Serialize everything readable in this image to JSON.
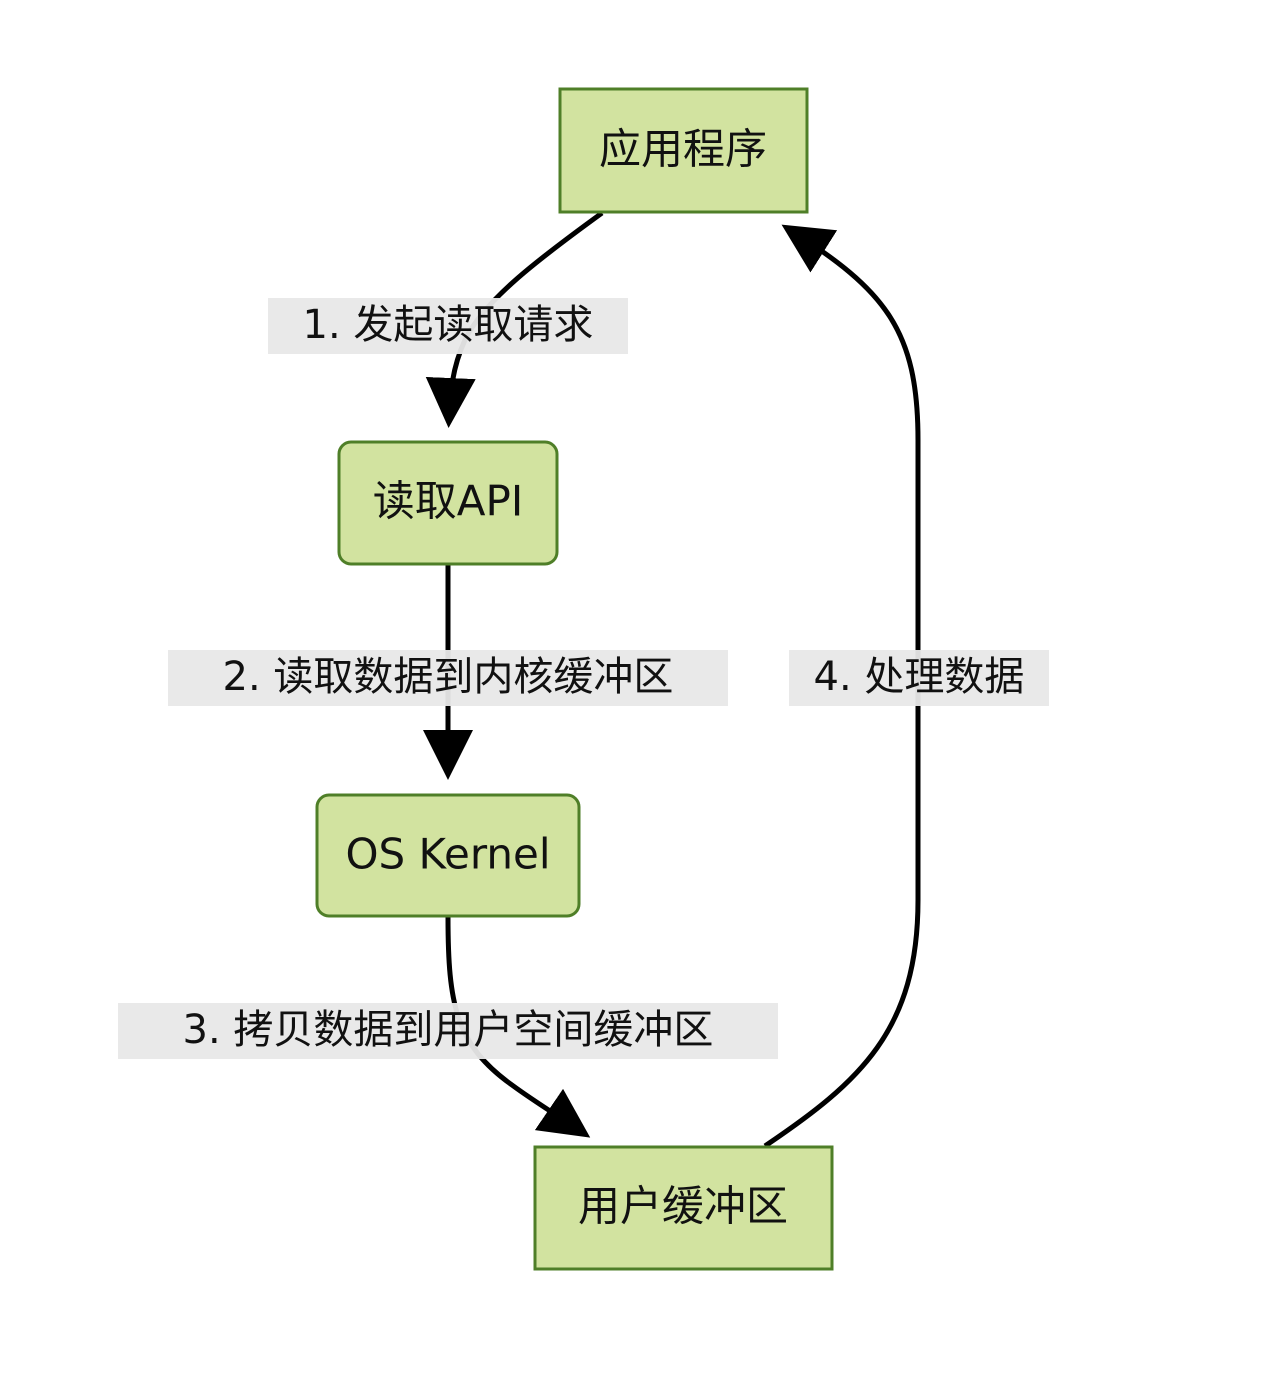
{
  "nodes": {
    "app": "应用程序",
    "read_api": "读取API",
    "kernel": "OS Kernel",
    "user_buffer": "用户缓冲区"
  },
  "edges": {
    "e1": "1. 发起读取请求",
    "e2": "2. 读取数据到内核缓冲区",
    "e3": "3. 拷贝数据到用户空间缓冲区",
    "e4": "4. 处理数据"
  },
  "colors": {
    "node_fill": "#d2e3a0",
    "node_stroke": "#4f7f28",
    "edge": "#000000",
    "label_bg": "#e8e8e8"
  }
}
